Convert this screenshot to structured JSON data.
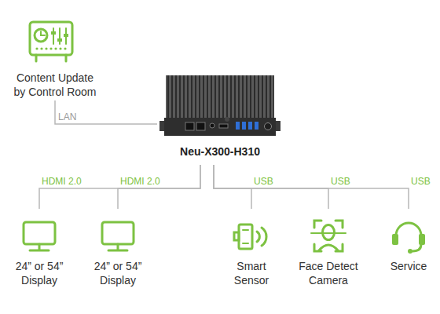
{
  "diagram": {
    "nodes": [
      {
        "text": [
          "Content Update by Control Room"
        ]
      },
      {
        "text": [
          "Neu-X300-H310"
        ]
      },
      {
        "text": [
          "24” or 54” Display"
        ]
      },
      {
        "text": [
          "24” or 54” Display"
        ]
      },
      {
        "text": [
          "Smart Sensor"
        ]
      },
      {
        "text": [
          "Face Detect Camera"
        ]
      },
      {
        "text": [
          "Service"
        ]
      }
    ],
    "edges": [
      {
        "from": 0,
        "to": 1,
        "label": "LAN",
        "arrow": "none"
      },
      {
        "from": 1,
        "to": 2,
        "label": "HDMI 2.0",
        "arrow": "none"
      },
      {
        "from": 1,
        "to": 3,
        "label": "HDMI 2.0",
        "arrow": "none"
      },
      {
        "from": 1,
        "to": 4,
        "label": "USB",
        "arrow": "none"
      },
      {
        "from": 1,
        "to": 5,
        "label": "USB",
        "arrow": "none"
      },
      {
        "from": 1,
        "to": 6,
        "label": "USB",
        "arrow": "none"
      }
    ]
  }
}
